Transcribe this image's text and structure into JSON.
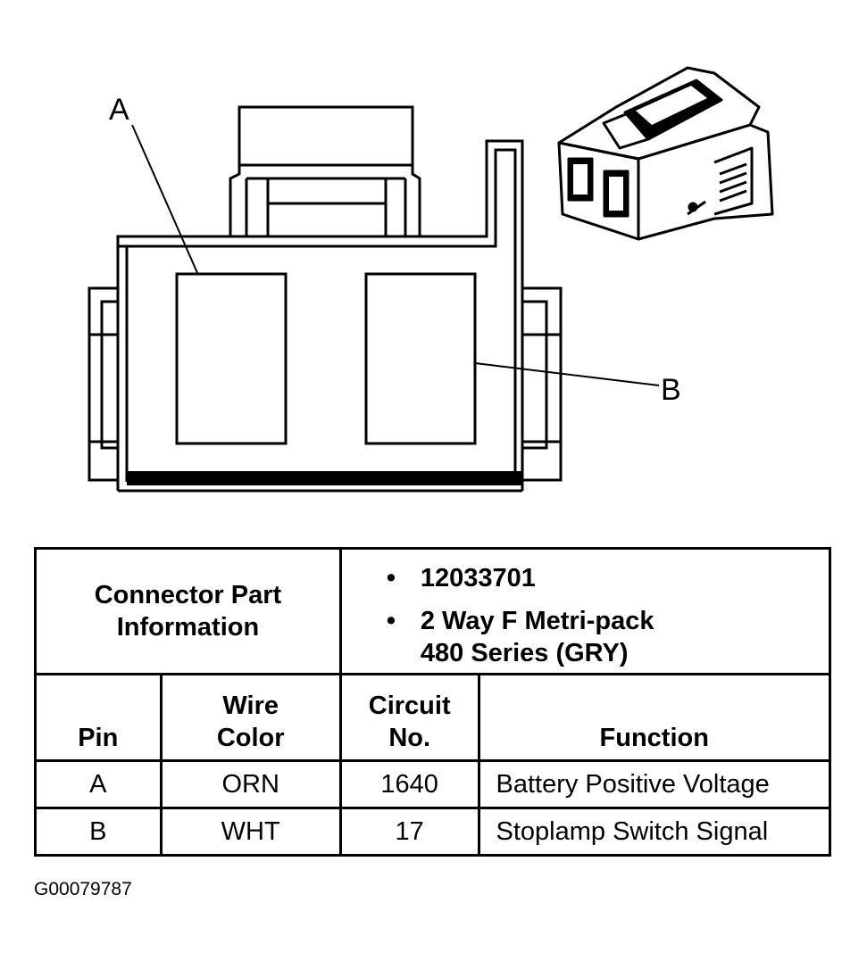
{
  "callouts": {
    "a": "A",
    "b": "B"
  },
  "connector_info": {
    "label": "Connector Part Information",
    "part_number": "12033701",
    "description_line1": "2 Way F Metri-pack",
    "description_line2": "480 Series (GRY)",
    "bullet": "•"
  },
  "columns": {
    "pin": "Pin",
    "wire_color_line1": "Wire",
    "wire_color_line2": "Color",
    "circuit_line1": "Circuit",
    "circuit_line2": "No.",
    "function": "Function"
  },
  "rows": [
    {
      "pin": "A",
      "wire_color": "ORN",
      "circuit": "1640",
      "function": "Battery Positive Voltage"
    },
    {
      "pin": "B",
      "wire_color": "WHT",
      "circuit": "17",
      "function": "Stoplamp Switch Signal"
    }
  ],
  "figure_id": "G00079787"
}
